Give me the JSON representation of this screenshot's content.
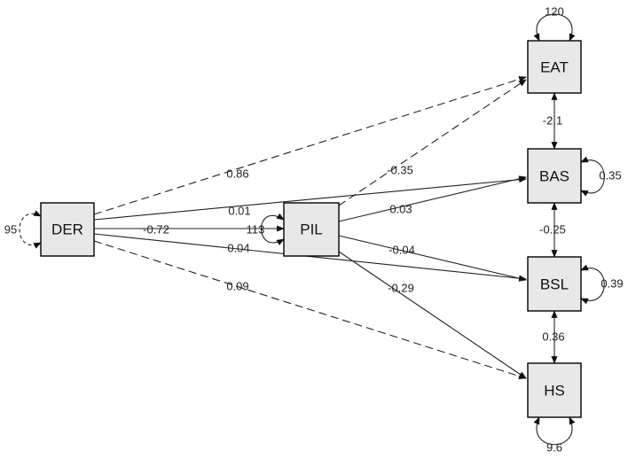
{
  "nodes": {
    "der": "DER",
    "pil": "PIL",
    "eat": "EAT",
    "bas": "BAS",
    "bsl": "BSL",
    "hs": "HS"
  },
  "paths": {
    "der_eat": "0.86",
    "der_bas": "0.01",
    "der_pil": "-0.72",
    "der_bsl": "0.04",
    "der_hs": "0.09",
    "pil_eat": "-0.35",
    "pil_bas": "0.03",
    "pil_bsl": "-0.04",
    "pil_hs": "-0.29"
  },
  "covariances": {
    "eat_bas": "-2.1",
    "bas_bsl": "-0.25",
    "bsl_hs": "0.36"
  },
  "variances": {
    "der": "95",
    "pil": "113",
    "eat": "120",
    "bas": "0.35",
    "bsl": "0.39",
    "hs": "9.6"
  }
}
